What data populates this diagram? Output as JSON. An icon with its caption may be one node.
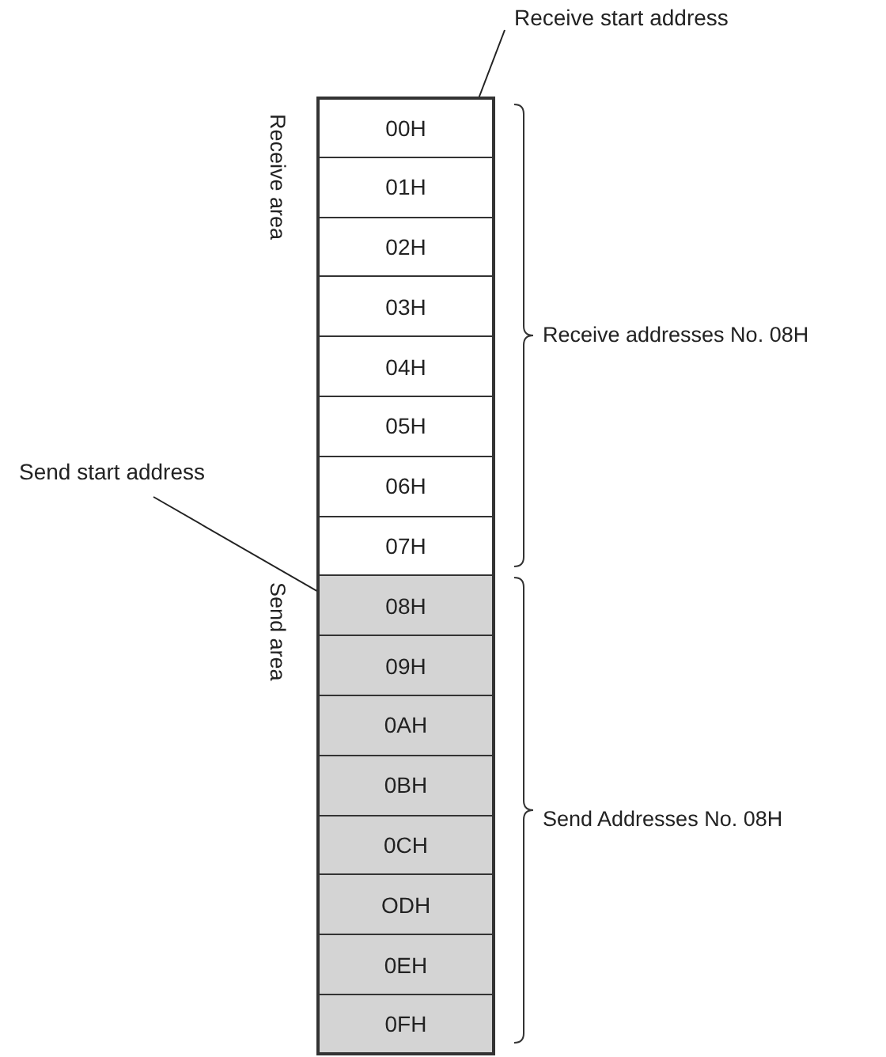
{
  "diagram": {
    "nodes": [
      {
        "text": [
          "Receive start address"
        ]
      },
      {
        "text": [
          "00H"
        ]
      },
      {
        "text": [
          "01H"
        ]
      },
      {
        "text": [
          "02H"
        ]
      },
      {
        "text": [
          "03H"
        ]
      },
      {
        "text": [
          "04H"
        ]
      },
      {
        "text": [
          "05H"
        ]
      },
      {
        "text": [
          "06H"
        ]
      },
      {
        "text": [
          "07H"
        ]
      },
      {
        "text": [
          "Send start address"
        ]
      },
      {
        "text": [
          "08H"
        ]
      },
      {
        "text": [
          "09H"
        ]
      },
      {
        "text": [
          "0AH"
        ]
      },
      {
        "text": [
          "0BH"
        ]
      },
      {
        "text": [
          "0CH"
        ]
      },
      {
        "text": [
          "ODH"
        ]
      },
      {
        "text": [
          "0EH"
        ]
      },
      {
        "text": [
          "0FH"
        ]
      }
    ],
    "edges": [
      {
        "from": 0,
        "to": 1,
        "arrow": "none"
      },
      {
        "from": 9,
        "to": 10,
        "arrow": "none"
      }
    ],
    "labels": [
      "Receive area",
      "Receive addresses No. 08H",
      "Send area",
      "Send Addresses No. 08H"
    ]
  }
}
